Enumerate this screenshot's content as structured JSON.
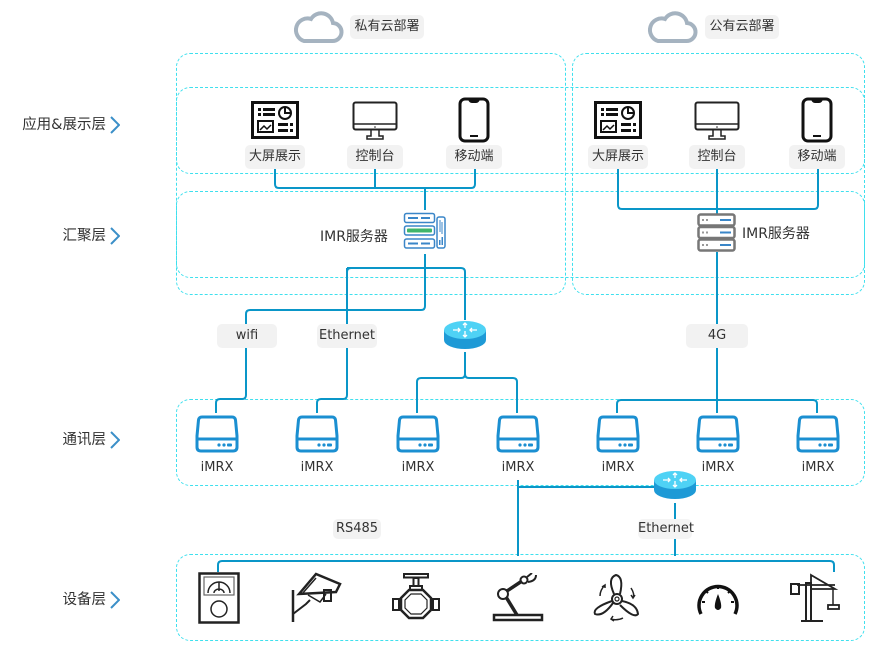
{
  "deployments": {
    "private": {
      "label": "私有云部署",
      "icon": "cloud-icon"
    },
    "public": {
      "label": "公有云部署",
      "icon": "cloud-icon"
    }
  },
  "layers": [
    {
      "id": "app",
      "label": "应用&展示层"
    },
    {
      "id": "aggregation",
      "label": "汇聚层"
    },
    {
      "id": "communication",
      "label": "通讯层"
    },
    {
      "id": "device",
      "label": "设备层"
    }
  ],
  "apps": {
    "private": [
      {
        "label": "大屏展示",
        "icon": "dashboard-screen-icon"
      },
      {
        "label": "控制台",
        "icon": "monitor-icon"
      },
      {
        "label": "移动端",
        "icon": "smartphone-icon"
      }
    ],
    "public": [
      {
        "label": "大屏展示",
        "icon": "dashboard-screen-icon"
      },
      {
        "label": "控制台",
        "icon": "monitor-icon"
      },
      {
        "label": "移动端",
        "icon": "smartphone-icon"
      }
    ]
  },
  "servers": {
    "private": {
      "label": "IMR服务器",
      "icon": "server-rack-icon"
    },
    "public": {
      "label": "IMR服务器",
      "icon": "server-rack-icon"
    }
  },
  "links": {
    "wifi": "wifi",
    "ethernet_top": "Ethernet",
    "cellular": "4G",
    "rs485": "RS485",
    "ethernet_bottom": "Ethernet"
  },
  "gateways": [
    {
      "label": "iMRX"
    },
    {
      "label": "iMRX"
    },
    {
      "label": "iMRX"
    },
    {
      "label": "iMRX"
    },
    {
      "label": "iMRX"
    },
    {
      "label": "iMRX"
    },
    {
      "label": "iMRX"
    }
  ],
  "devices": [
    {
      "name": "meter",
      "icon": "analog-meter-icon"
    },
    {
      "name": "camera",
      "icon": "cctv-camera-icon"
    },
    {
      "name": "valve",
      "icon": "valve-icon"
    },
    {
      "name": "robot-arm",
      "icon": "robot-arm-icon"
    },
    {
      "name": "fan",
      "icon": "fan-icon"
    },
    {
      "name": "gauge",
      "icon": "gauge-icon"
    },
    {
      "name": "crane",
      "icon": "tower-crane-icon"
    }
  ],
  "colors": {
    "wire": "#0a96c8",
    "dash": "#3fe0ee",
    "gateway": "#1b8fd1",
    "router": "#29a8e0",
    "cloud": "#a5b3c0",
    "chevron": "#3b8fc8"
  }
}
